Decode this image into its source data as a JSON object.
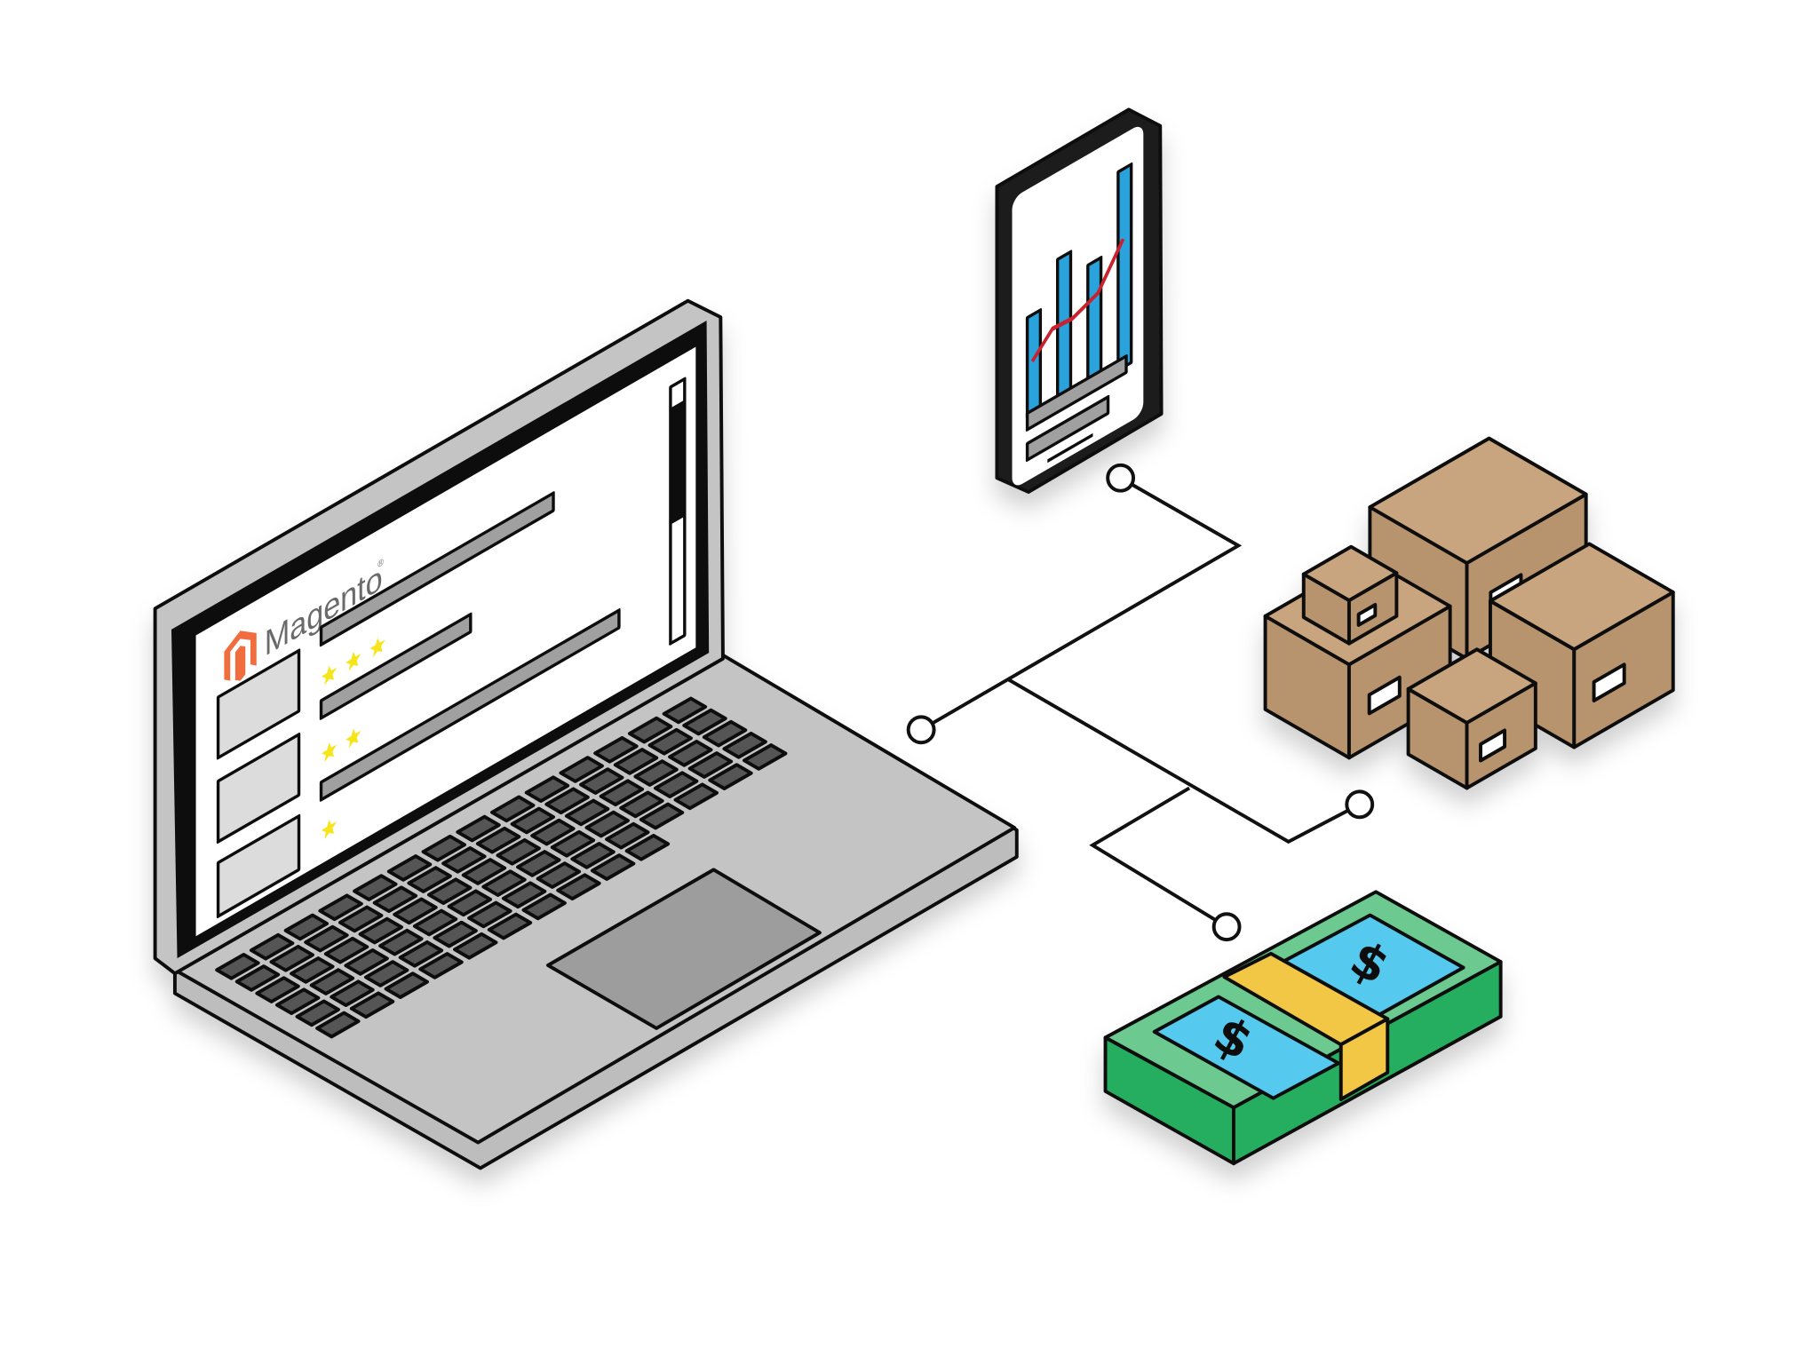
{
  "laptop": {
    "logo_text": "Magento",
    "logo_mark": "®",
    "star_ratings": [
      3,
      2,
      1
    ],
    "colors": {
      "body": "#c4c4c4",
      "bezel": "#111111",
      "keys": "#555555",
      "trackpad": "#9d9d9d",
      "logo": "#f26d3d",
      "star": "#f7e51b",
      "bar": "#a0a0a0"
    }
  },
  "phone": {
    "colors": {
      "bars": "#2aa3dc",
      "trend_line": "#c8202f",
      "body": "#1a1a1a"
    }
  },
  "boxes": {
    "color_top": "#c9a57f",
    "color_side": "#b8946e"
  },
  "money": {
    "symbol": "$",
    "colors": {
      "top": "#6cc98f",
      "side": "#27ae60",
      "bill": "#56c9ef",
      "band": "#f2c744"
    }
  },
  "icons": [
    "laptop-icon",
    "phone-chart-icon",
    "boxes-icon",
    "money-stack-icon",
    "connector-node-icon"
  ]
}
